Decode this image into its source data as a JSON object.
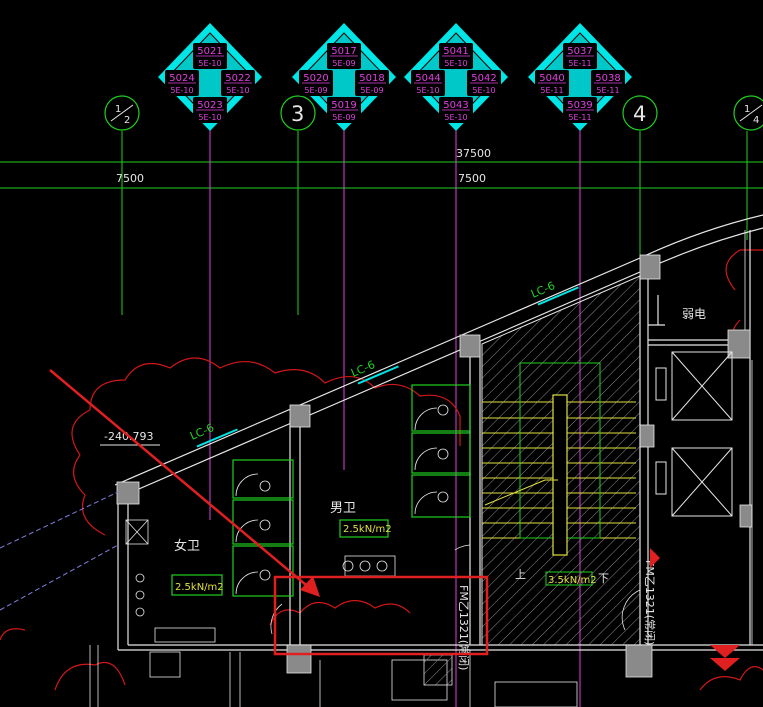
{
  "colors": {
    "background": "#000000",
    "cyan": "#00e5e5",
    "magenta": "#e040e0",
    "green": "#20d020",
    "white": "#e6e6e6",
    "yellow": "#e0e040",
    "red": "#e02020",
    "grey": "#8a8a8a"
  },
  "tag_groups": [
    {
      "top": "5021",
      "left": "5024",
      "right": "5022",
      "bottom": "5023",
      "rating_top": "5E-10",
      "rating_left": "5E-10",
      "rating_right": "5E-10",
      "rating_bottom": "5E-10"
    },
    {
      "top": "5017",
      "left": "5020",
      "right": "5018",
      "bottom": "5019",
      "rating_top": "5E-09",
      "rating_left": "5E-09",
      "rating_right": "5E-09",
      "rating_bottom": "5E-09"
    },
    {
      "top": "5041",
      "left": "5044",
      "right": "5042",
      "bottom": "5043",
      "rating_top": "5E-10",
      "rating_left": "5E-10",
      "rating_right": "5E-10",
      "rating_bottom": "5E-10"
    },
    {
      "top": "5037",
      "left": "5040",
      "right": "5038",
      "bottom": "5039",
      "rating_top": "5E-11",
      "rating_left": "5E-11",
      "rating_right": "5E-11",
      "rating_bottom": "5E-11"
    }
  ],
  "axes": [
    {
      "num": "1",
      "den": "2"
    },
    {
      "label": "3"
    },
    {
      "label": "4"
    },
    {
      "num": "1",
      "den": "4"
    }
  ],
  "dimensions": {
    "overall": "37500",
    "span_left": "7500",
    "span_right": "7500"
  },
  "rooms": {
    "womens_wc": "女卫",
    "mens_wc": "男卫",
    "electrical": "弱电",
    "stair_up": "上",
    "stair_down": "下"
  },
  "loads": {
    "womens_wc": "2.5kN/m2",
    "mens_wc": "2.5kN/m2",
    "stair": "3.5kN/m2"
  },
  "windows": {
    "label": "LC-6"
  },
  "elevation": "-240.793",
  "doors": {
    "fire_door_1": "FM乙1321(常闭)",
    "fire_door_2": "FM乙1321(常闭)"
  }
}
